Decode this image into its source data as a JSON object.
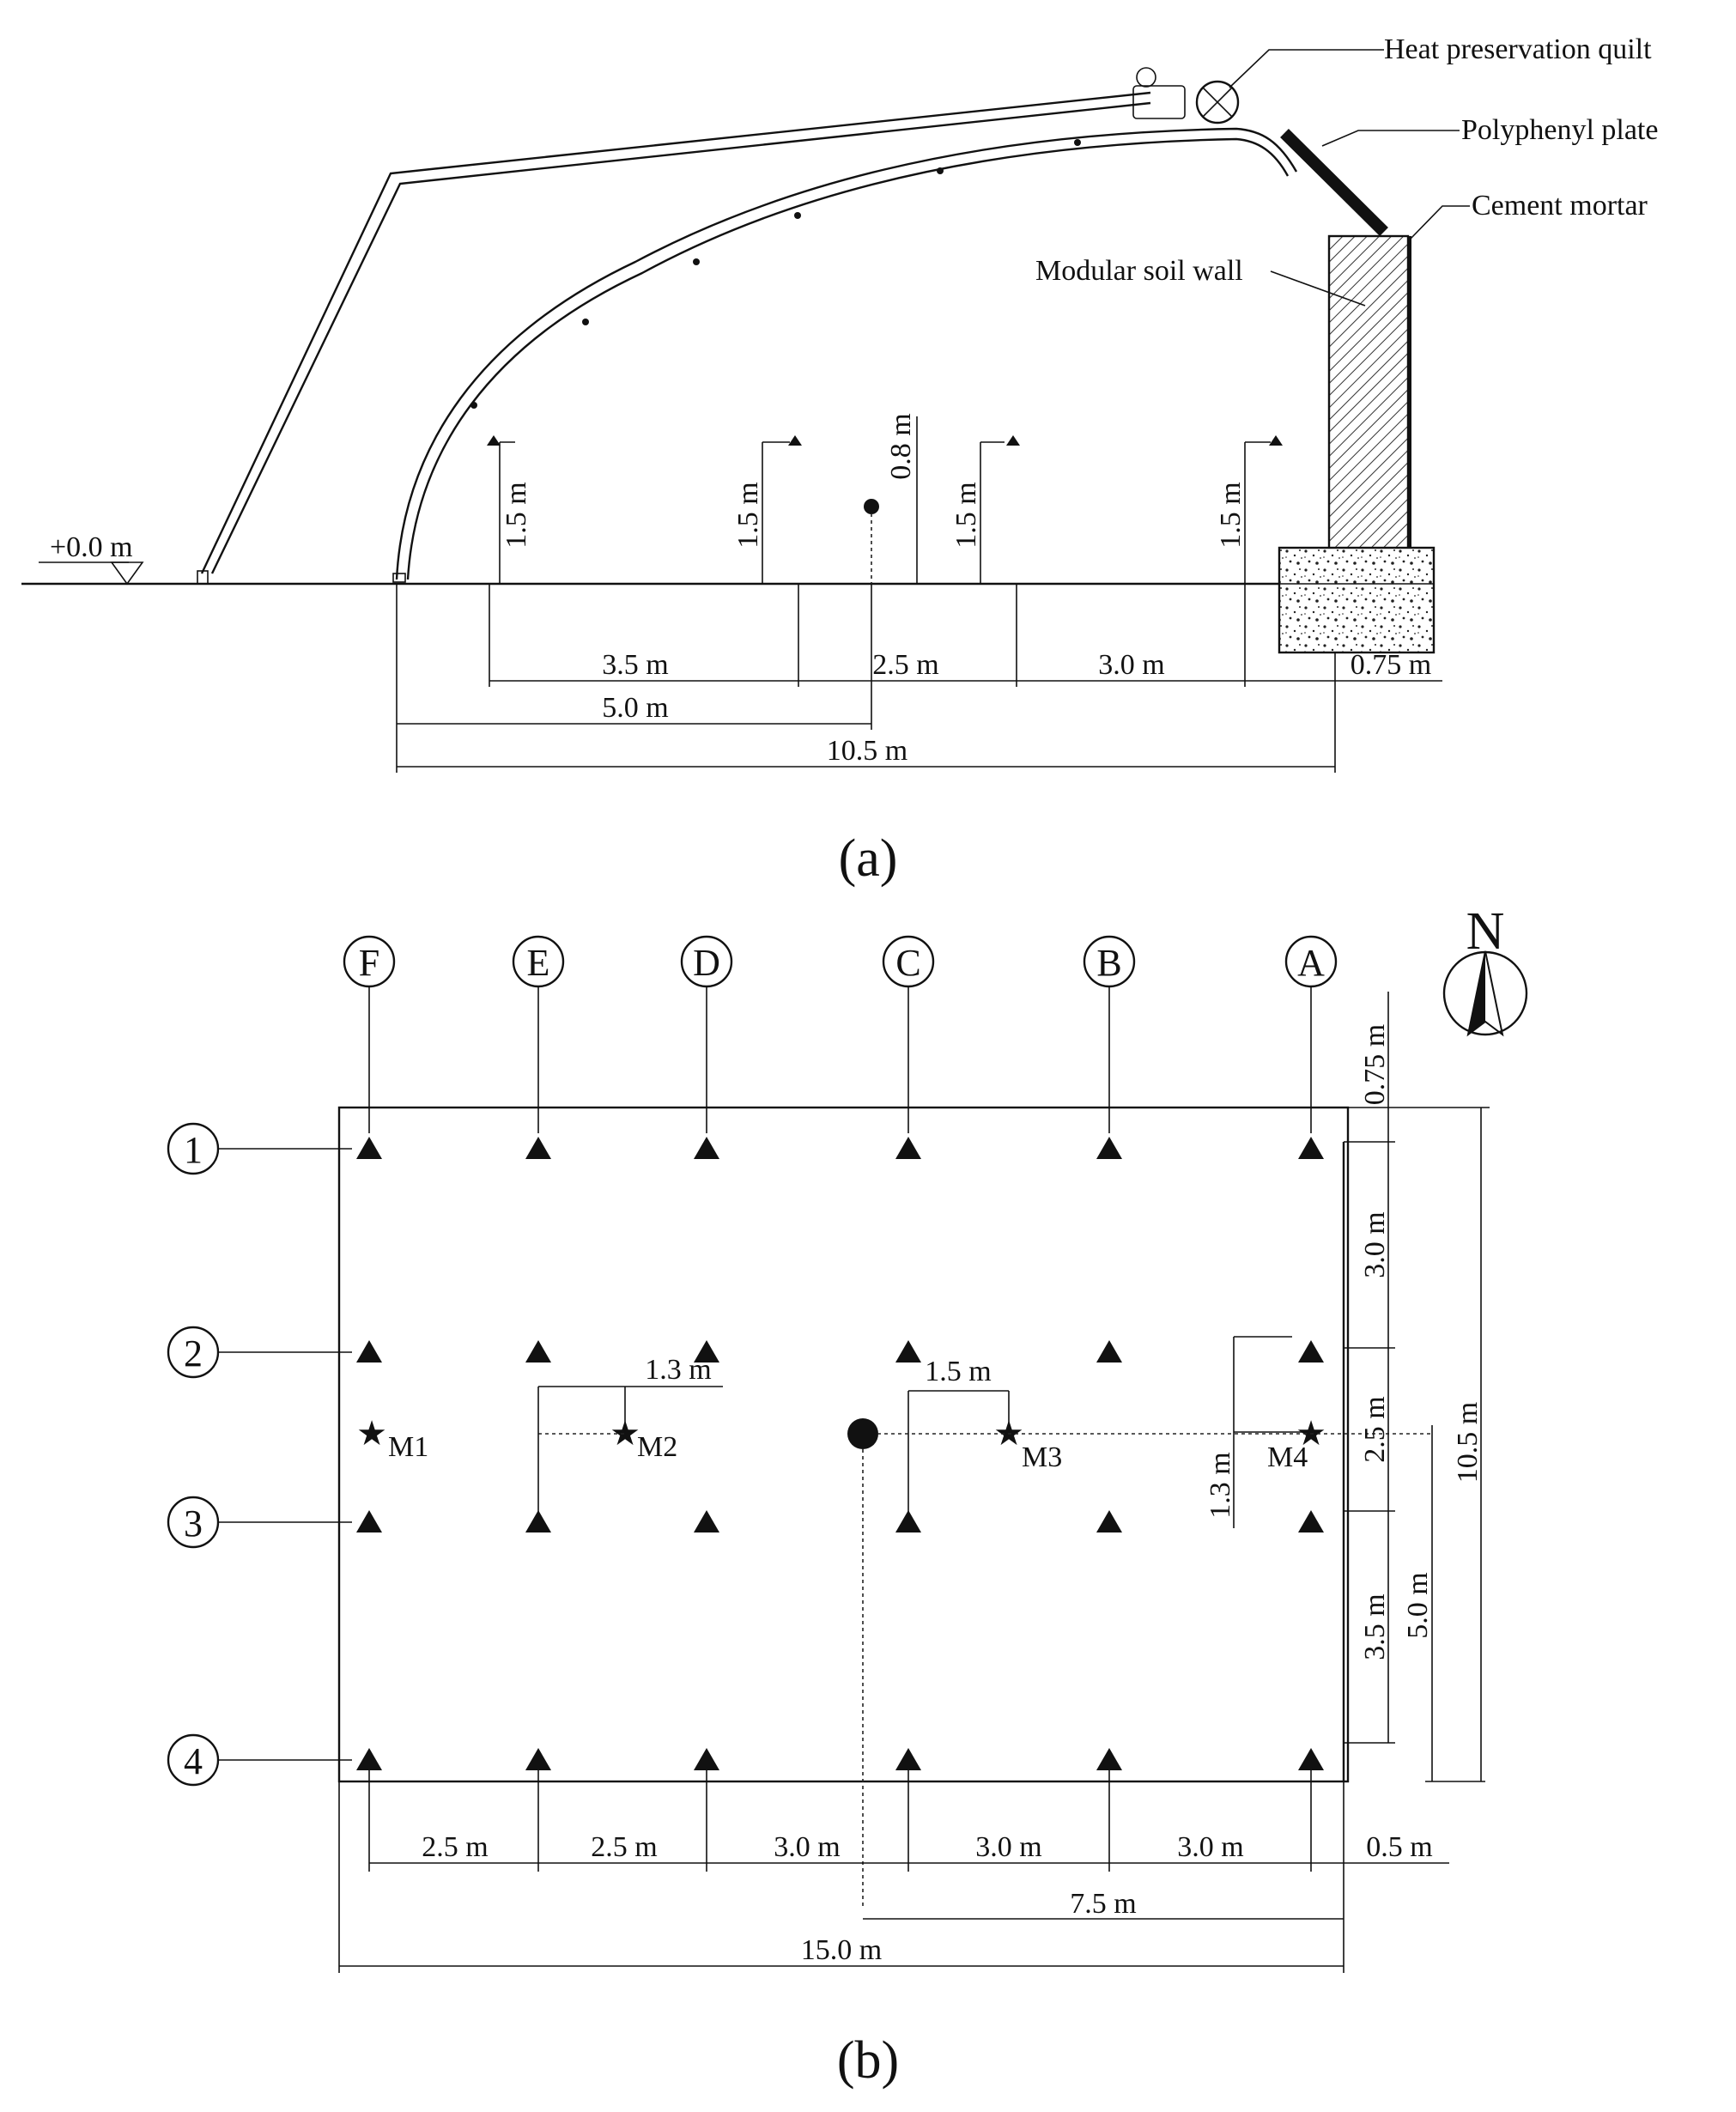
{
  "figure_a": {
    "caption": "(a)",
    "labels": {
      "quilt": "Heat preservation quilt",
      "polyphenyl": "Polyphenyl plate",
      "mortar": "Cement mortar",
      "soil_wall": "Modular soil wall",
      "datum": "+0.0 m"
    },
    "vertical_dims": [
      "1.5 m",
      "1.5 m",
      "0.8 m",
      "1.5 m",
      "1.5 m"
    ],
    "horizontal_dims": {
      "d35": "3.5 m",
      "d25": "2.5 m",
      "d30": "3.0 m",
      "d075": "0.75 m",
      "d50": "5.0 m",
      "d105": "10.5 m"
    }
  },
  "figure_b": {
    "caption": "(b)",
    "north": "N",
    "columns": [
      "F",
      "E",
      "D",
      "C",
      "B",
      "A"
    ],
    "rows": [
      "1",
      "2",
      "3",
      "4"
    ],
    "points": [
      "M1",
      "M2",
      "M3",
      "M4"
    ],
    "dims": {
      "m13a": "1.3 m",
      "m15": "1.5 m",
      "m13b": "1.3 m",
      "r075": "0.75 m",
      "r30": "3.0 m",
      "r25": "2.5 m",
      "r35": "3.5 m",
      "r50": "5.0 m",
      "r105": "10.5 m",
      "b25a": "2.5 m",
      "b25b": "2.5 m",
      "b30a": "3.0 m",
      "b30b": "3.0 m",
      "b30c": "3.0 m",
      "b05": "0.5 m",
      "b75": "7.5 m",
      "b150": "15.0 m"
    }
  }
}
